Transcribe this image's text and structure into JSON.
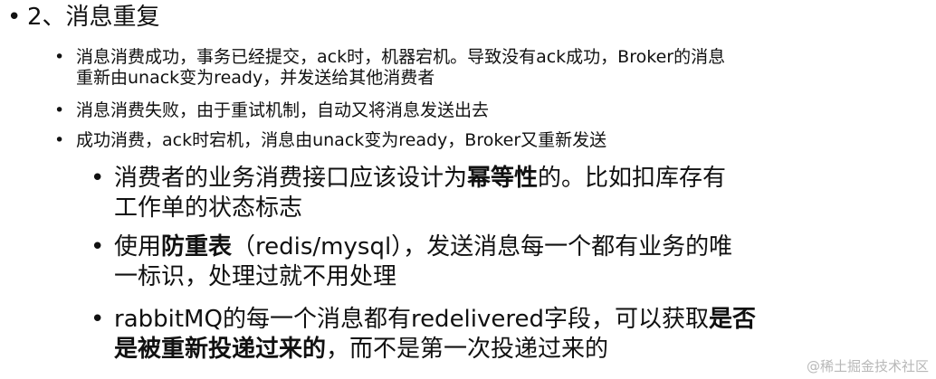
{
  "bullet_char": "•",
  "heading": "2、消息重复",
  "level2": [
    {
      "lines": [
        "消息消费成功，事务已经提交，ack时，机器宕机。导致没有ack成功，Broker的消息",
        "重新由unack变为ready，并发送给其他消费者"
      ]
    },
    {
      "lines": [
        "消息消费失败，由于重试机制，自动又将消息发送出去"
      ]
    },
    {
      "lines": [
        "成功消费，ack时宕机，消息由unack变为ready，Broker又重新发送"
      ]
    }
  ],
  "level3": [
    {
      "line1_a": "消费者的业务消费接口应该设计为",
      "line1_b": "幂等性",
      "line1_c": "的。比如扣库存有",
      "line2": "工作单的状态标志"
    },
    {
      "line1_a": "使用",
      "line1_b": "防重表",
      "line1_c": "（redis/mysql），发送消息每一个都有业务的唯",
      "line2": "一标识，处理过就不用处理"
    },
    {
      "line1_a": "rabbitMQ的每一个消息都有redelivered字段，可以获取",
      "line1_b": "是否",
      "line2_b": "是被重新投递过来的",
      "line2_c": "，而不是第一次投递过来的"
    }
  ],
  "watermark": "@稀土掘金技术社区"
}
